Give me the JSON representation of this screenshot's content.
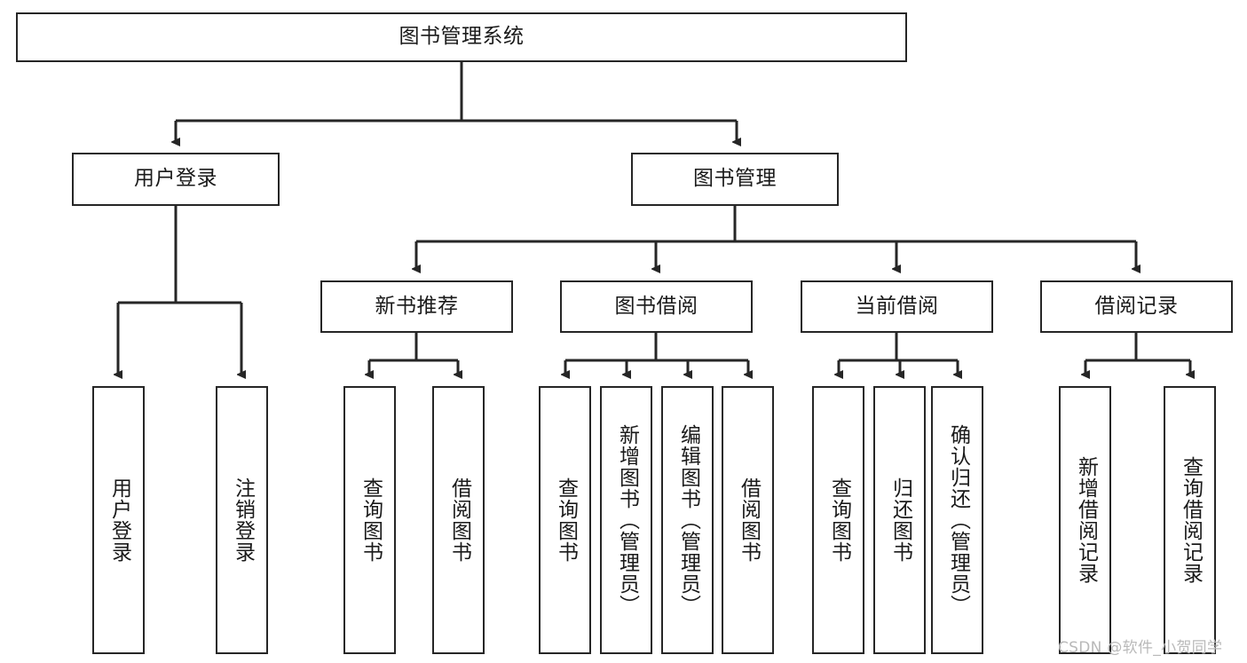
{
  "diagram": {
    "title": "图书管理系统",
    "type": "tree",
    "watermark": "CSDN @软件_小贺同学",
    "colors": {
      "node_border": "#262626",
      "node_fill": "#ffffff",
      "edge": "#262626",
      "text": "#1a1a1a",
      "watermark": "#b9b9b9",
      "background": "#ffffff"
    },
    "nodes": {
      "root": {
        "label": "图书管理系统"
      },
      "l2": [
        {
          "label": "用户登录"
        },
        {
          "label": "图书管理"
        }
      ],
      "l3": [
        {
          "label": "新书推荐"
        },
        {
          "label": "图书借阅"
        },
        {
          "label": "当前借阅"
        },
        {
          "label": "借阅记录"
        }
      ],
      "leaves_user_login": [
        {
          "label": "用户登录"
        },
        {
          "label": "注销登录"
        }
      ],
      "leaves_new_book": [
        {
          "label": "查询图书"
        },
        {
          "label": "借阅图书"
        }
      ],
      "leaves_borrow": [
        {
          "label": "查询图书"
        },
        {
          "label": "新增图书（管理员）"
        },
        {
          "label": "编辑图书（管理员）"
        },
        {
          "label": "借阅图书"
        }
      ],
      "leaves_current": [
        {
          "label": "查询图书"
        },
        {
          "label": "归还图书"
        },
        {
          "label": "确认归还（管理员）"
        }
      ],
      "leaves_record": [
        {
          "label": "新增借阅记录"
        },
        {
          "label": "查询借阅记录"
        }
      ]
    }
  }
}
